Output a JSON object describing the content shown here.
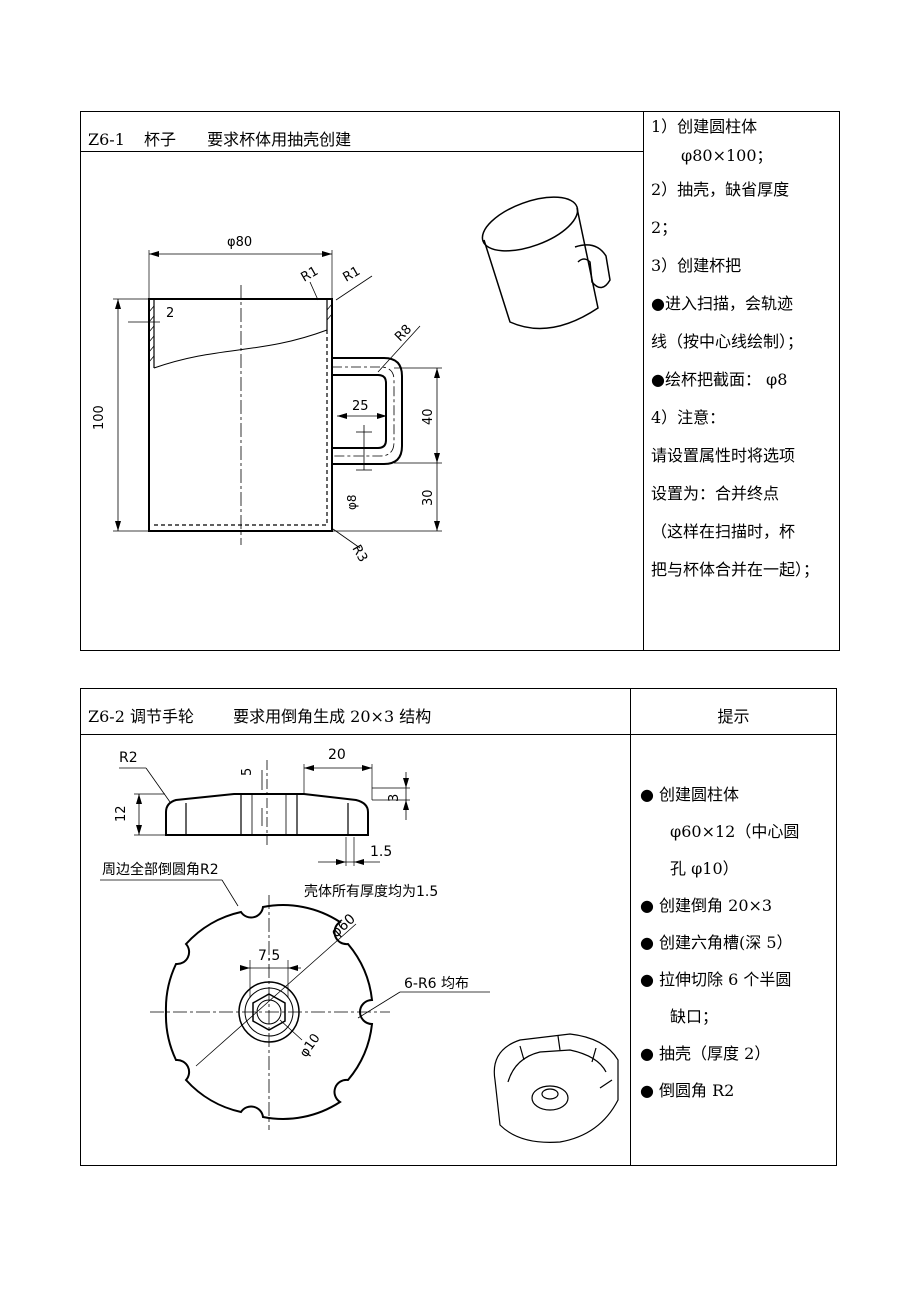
{
  "z61": {
    "id": "Z6-1",
    "name": "杯子",
    "requirement": "要求杯体用抽壳创建",
    "drawing": {
      "dim_diameter": "φ80",
      "dim_height": "100",
      "dim_wall": "2",
      "r1_left": "R1",
      "r1_right": "R1",
      "r8": "R8",
      "r3": "R3",
      "dim_25": "25",
      "dim_40": "40",
      "dim_30": "30",
      "dim_phi8": "φ8"
    },
    "steps": [
      "1）创建圆柱体",
      "φ80×100；",
      "2）抽壳，缺省厚度",
      "2；",
      "3）创建杯把",
      "●进入扫描，会轨迹",
      "线（按中心线绘制）；",
      "●绘杯把截面： φ8",
      "4）注意：",
      "请设置属性时将选项",
      "设置为：合并终点",
      "（这样在扫描时，杯",
      "把与杯体合并在一起）；"
    ]
  },
  "z62": {
    "id": "Z6-2",
    "name": "调节手轮",
    "requirement": "要求用倒角生成 20×3 结构",
    "hint_title": "提示",
    "drawing": {
      "r2": "R2",
      "dim_20": "20",
      "dim_5": "5",
      "dim_3": "3",
      "dim_12": "12",
      "dim_1_5": "1.5",
      "note_fillet": "周边全部倒圆角R2",
      "note_shell": "壳体所有厚度均为1.5",
      "dim_phi60": "φ60",
      "dim_7_5": "7.5",
      "dim_6r6": "6-R6 均布",
      "dim_phi10": "φ10"
    },
    "hints": [
      "● 创建圆柱体",
      "φ60×12（中心圆",
      "孔 φ10）",
      "● 创建倒角 20×3",
      "● 创建六角槽(深 5）",
      "● 拉伸切除 6 个半圆",
      "缺口；",
      "● 抽壳（厚度 2）",
      "● 倒圆角 R2"
    ]
  }
}
